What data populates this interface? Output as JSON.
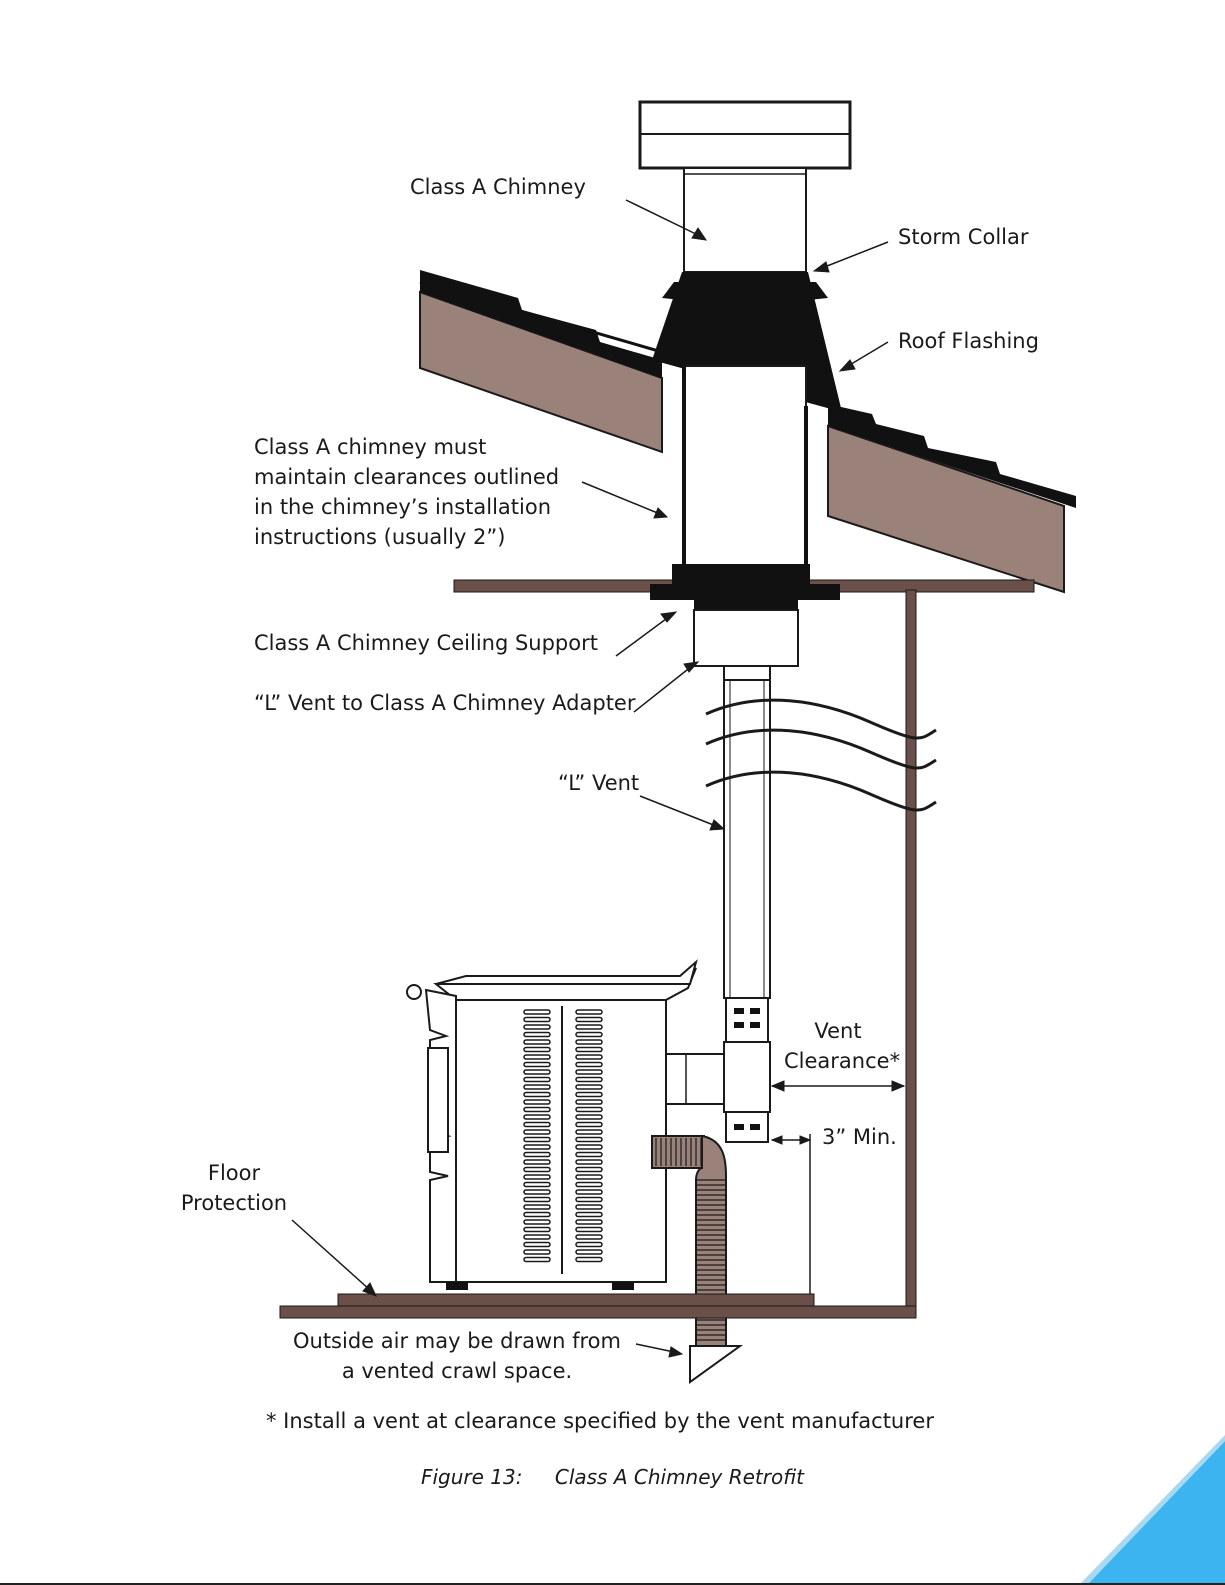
{
  "labels": {
    "class_a_chimney": "Class A Chimney",
    "storm_collar": "Storm Collar",
    "roof_flashing": "Roof Flashing",
    "clearance_note": [
      "Class A chimney must",
      "maintain clearances outlined",
      "in the chimney’s installation",
      "instructions (usually 2”)"
    ],
    "ceiling_support": "Class A Chimney Ceiling Support",
    "adapter": "“L” Vent to Class A Chimney Adapter",
    "l_vent": "“L” Vent",
    "vent_clearance": [
      "Vent",
      "Clearance*"
    ],
    "three_inch_min": "3” Min.",
    "floor_protection": [
      "Floor",
      "Protection"
    ],
    "outside_air": [
      "Outside air may be drawn from",
      "a vented crawl space."
    ],
    "footnote": "* Install a vent at clearance specified by the vent manufacturer"
  },
  "caption": {
    "number": "Figure 13:",
    "title": "Class A Chimney Retrofit"
  },
  "colors": {
    "line": "#1a1a1a",
    "roof_brown": "#9a8179",
    "structure_brown": "#6b4f49",
    "accent_blue": "#3cb4f0"
  }
}
